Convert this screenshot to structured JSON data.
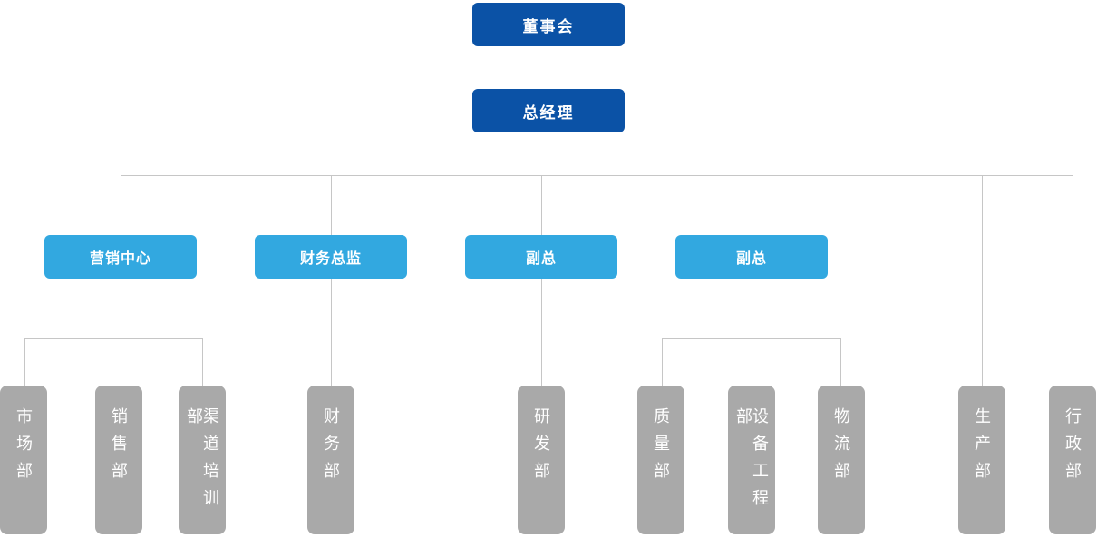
{
  "diagram": {
    "type": "org-chart",
    "colors": {
      "executive_box": "#0b52a6",
      "manager_box": "#32a8e0",
      "department_box": "#a9a9a9",
      "connector_line": "#c6c6c6",
      "label_text": "#ffffff",
      "background": "#ffffff"
    },
    "board": {
      "label": "董事会"
    },
    "general_manager": {
      "label": "总经理"
    },
    "branches": [
      {
        "label": "营销中心",
        "departments": [
          "市场部",
          "销售部",
          "渠道培训部"
        ]
      },
      {
        "label": "财务总监",
        "departments": [
          "财务部"
        ]
      },
      {
        "label": "副总",
        "departments": [
          "研发部"
        ]
      },
      {
        "label": "副总",
        "departments": [
          "质量部",
          "设备工程部",
          "物流部"
        ]
      }
    ],
    "direct_departments": [
      "生产部",
      "行政部"
    ]
  }
}
